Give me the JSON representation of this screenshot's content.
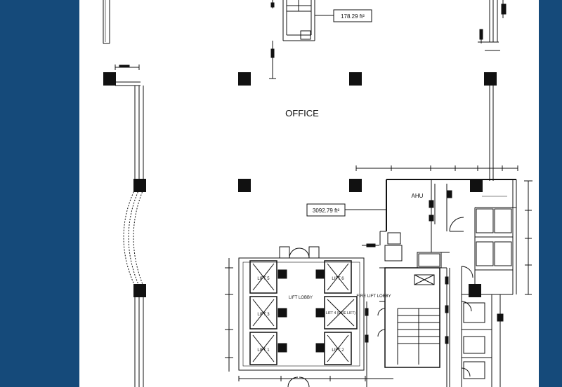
{
  "plan": {
    "room_office": "OFFICE",
    "area_top": "178.29 ft²",
    "area_main": "3092.79 ft²",
    "ahu": "AHU",
    "lift_lobby": "LIFT LOBBY",
    "fire_lift": "FIRE LIFT LOBBY",
    "lifts": [
      "LIFT 5",
      "LIFT 3",
      "LIFT 1",
      "LIFT 6",
      "LIFT 4 (FIRE LIFT)",
      "LIFT 2"
    ]
  },
  "colors": {
    "background": "#154a7a",
    "sheet": "#ffffff",
    "ink": "#111111"
  }
}
